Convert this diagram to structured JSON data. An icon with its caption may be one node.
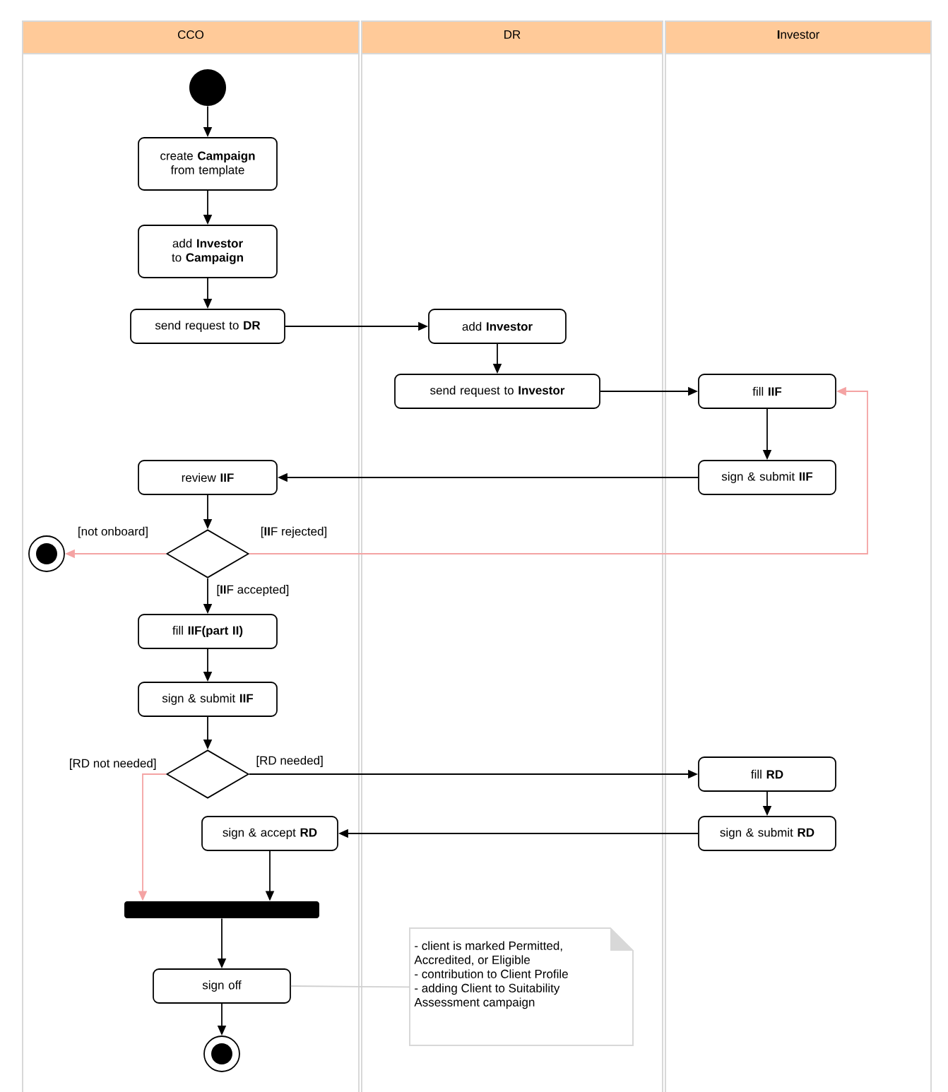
{
  "diagram": {
    "nodes": [
      {
        "text": [
          "CCO"
        ]
      },
      {
        "text": [
          "DR"
        ]
      },
      {
        "text": [
          "**I**nvestor"
        ]
      },
      {
        "text": [],
        "shape": "circle",
        "in": 0
      },
      {
        "text": [
          "create **Campaign** from template"
        ],
        "in": 0
      },
      {
        "text": [
          "add **Investor** to **Campaign**"
        ],
        "in": 0
      },
      {
        "text": [
          "send request to **DR**"
        ],
        "in": 0
      },
      {
        "text": [
          "add **Investor**"
        ],
        "in": 1
      },
      {
        "text": [
          "send request to **Investor**"
        ],
        "in": 1
      },
      {
        "text": [
          "fill **IIF**"
        ],
        "in": 2
      },
      {
        "text": [
          "review **IIF**"
        ],
        "in": 0
      },
      {
        "text": [
          "sign & submit **IIF**"
        ],
        "in": 2
      },
      {
        "text": [],
        "shape": "circle",
        "in": 0
      },
      {
        "text": [],
        "shape": "diamond",
        "in": 0
      },
      {
        "text": [
          "fill **IIF(part II)**"
        ],
        "in": 0
      },
      {
        "text": [
          "sign & submit **IIF**"
        ],
        "in": 0
      },
      {
        "text": [],
        "shape": "diamond",
        "in": 0
      },
      {
        "text": [
          "fill **RD**"
        ],
        "in": 2
      },
      {
        "text": [
          "sign & accept **RD**"
        ],
        "in": 0
      },
      {
        "text": [
          "sign & submit **RD**"
        ],
        "in": 2
      },
      {
        "text": [],
        "shape": "bar",
        "in": 0
      },
      {
        "text": [
          "sign off"
        ],
        "in": 0
      },
      {
        "text": [
          "- client is marked Permitted, Accredited, or Eligible",
          "- contribution to Client Profile",
          "- adding Client to Suitability Assessment campaign"
        ],
        "in": 1
      },
      {
        "text": [],
        "shape": "circle",
        "in": 0
      }
    ],
    "edges": [
      {
        "from": 3,
        "to": 4,
        "arrow": "to"
      },
      {
        "from": 4,
        "to": 5,
        "arrow": "to"
      },
      {
        "from": 5,
        "to": 6,
        "arrow": "to"
      },
      {
        "from": 6,
        "to": 7,
        "arrow": "to"
      },
      {
        "from": 7,
        "to": 8,
        "arrow": "to"
      },
      {
        "from": 8,
        "to": 9,
        "arrow": "to"
      },
      {
        "from": 9,
        "to": 11,
        "arrow": "to"
      },
      {
        "from": 11,
        "to": 10,
        "arrow": "to"
      },
      {
        "from": 10,
        "to": 13,
        "arrow": "to"
      },
      {
        "from": 13,
        "to": 12,
        "arrow": "to",
        "label": "[not onboard]",
        "color": "#f4a3a3"
      },
      {
        "from": 13,
        "to": 9,
        "arrow": "to",
        "label": "[**II**F rejected]",
        "color": "#f4a3a3"
      },
      {
        "from": 13,
        "to": 14,
        "arrow": "to",
        "label": "[**II**F accepted]"
      },
      {
        "from": 14,
        "to": 15,
        "arrow": "to"
      },
      {
        "from": 15,
        "to": 16,
        "arrow": "to"
      },
      {
        "from": 16,
        "to": 17,
        "arrow": "to",
        "label": "[RD needed]"
      },
      {
        "from": 16,
        "to": 20,
        "arrow": "to",
        "label": "[RD not needed]",
        "color": "#f4a3a3"
      },
      {
        "from": 17,
        "to": 19,
        "arrow": "to"
      },
      {
        "from": 19,
        "to": 18,
        "arrow": "to"
      },
      {
        "from": 18,
        "to": 20,
        "arrow": "to"
      },
      {
        "from": 20,
        "to": 21,
        "arrow": "to"
      },
      {
        "from": 21,
        "to": 22,
        "arrow": "none",
        "color": "#d0d0d0"
      },
      {
        "from": 21,
        "to": 23,
        "arrow": "to"
      }
    ]
  }
}
